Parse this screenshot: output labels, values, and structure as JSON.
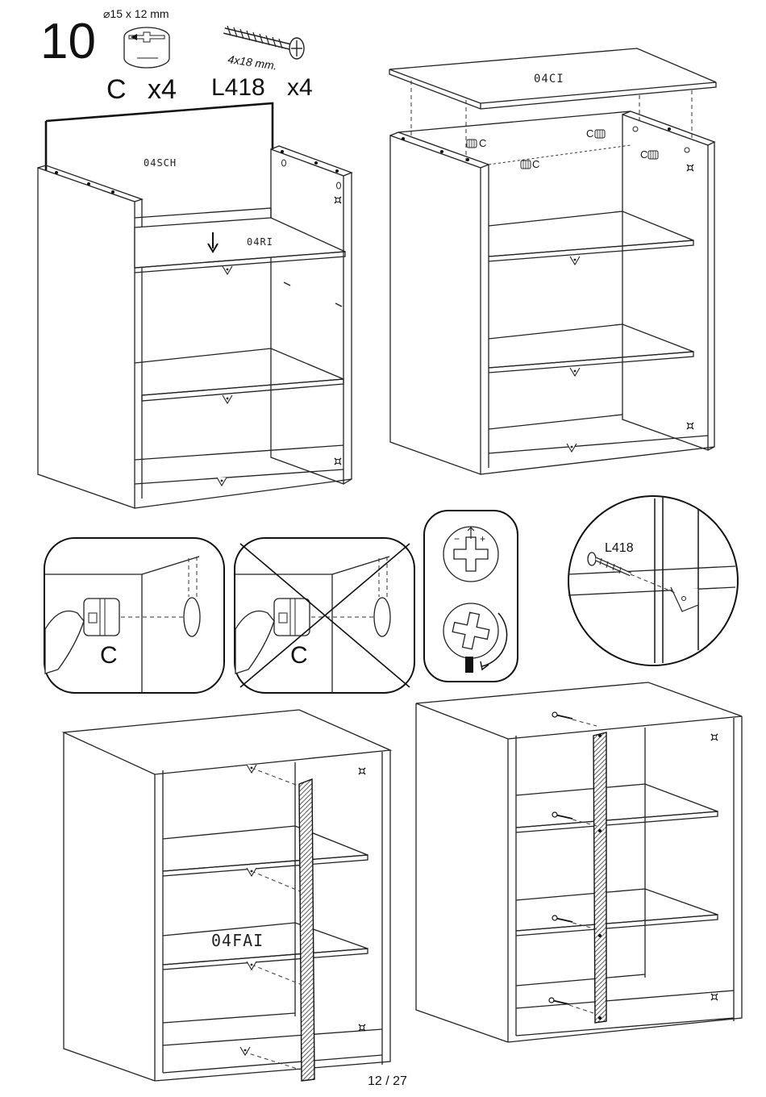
{
  "step": {
    "number": "10"
  },
  "hardware": {
    "cam_dimension": "⌀15 x 12 mm",
    "cam_code": "C",
    "cam_qty": "x4",
    "screw_dimension": "4x18 mm.",
    "screw_code": "L418",
    "screw_qty": "x4"
  },
  "parts": {
    "back_panel": "04SCH",
    "shelf": "04RI",
    "top_panel": "04CI",
    "door": "04FAI"
  },
  "callouts": {
    "cam_label": "C",
    "detail_correct_cam": "C",
    "detail_wrong_cam": "C",
    "zoom_screw": "L418"
  },
  "footer": {
    "page": "12 / 27"
  },
  "icons": {
    "cam": "cam-lock-icon",
    "screw": "screw-icon",
    "screwdriver": "phillips-screwdriver-icon",
    "rotate": "rotate-clockwise-icon"
  }
}
